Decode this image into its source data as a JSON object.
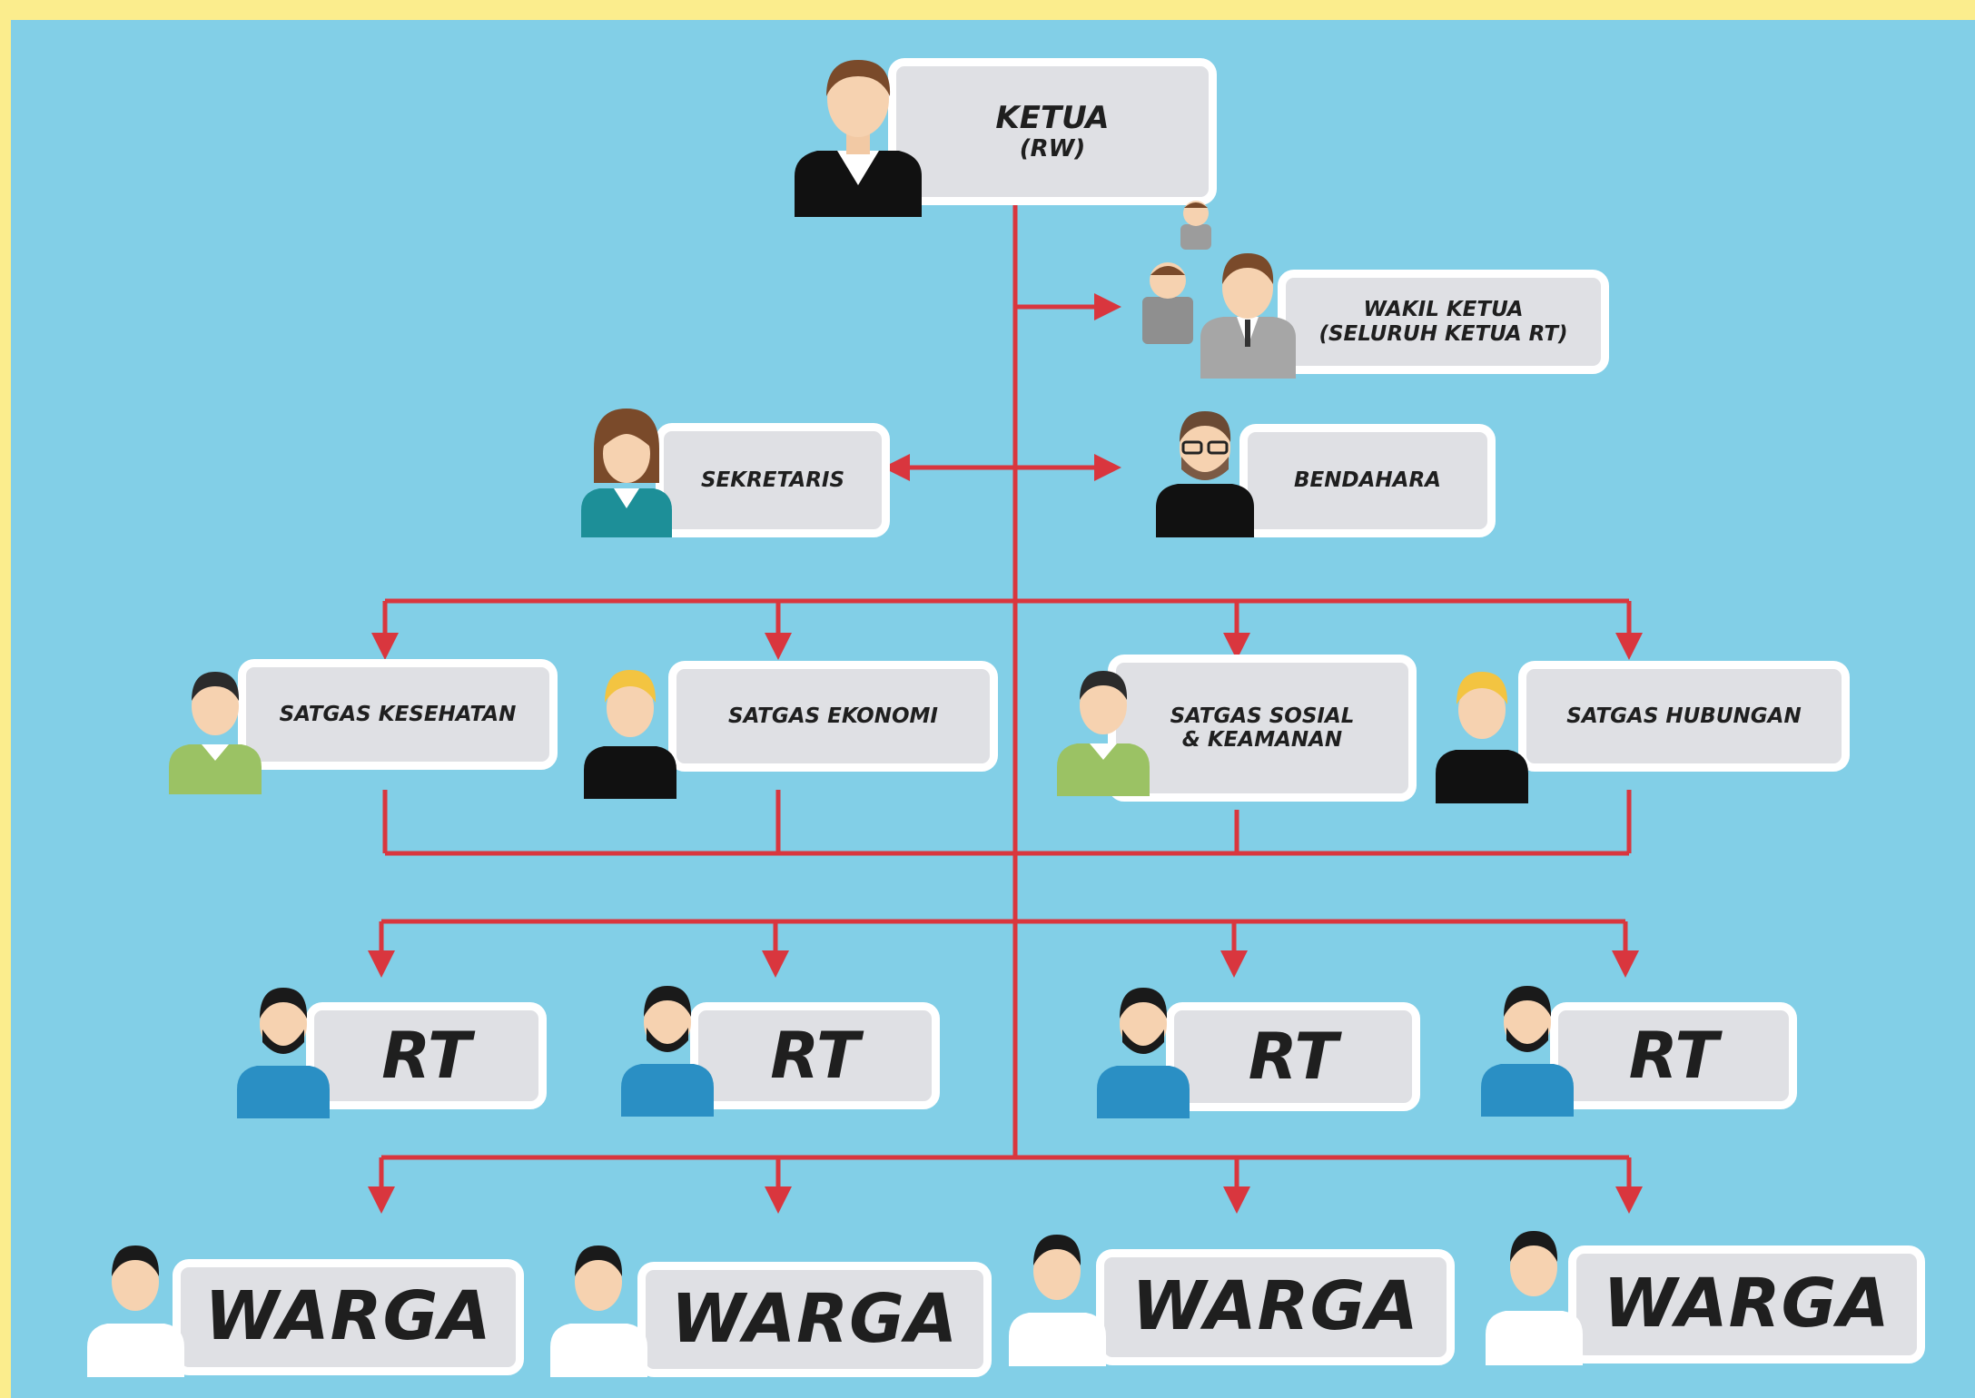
{
  "colors": {
    "background": "#82cfe7",
    "frame": "#fbed8d",
    "connector": "#d9363e",
    "card": "#dfe0e4",
    "card_border": "#ffffff"
  },
  "nodes": {
    "ketua": {
      "title": "KETUA",
      "subtitle": "(RW)",
      "icon": "man-brown-hair-black-suit"
    },
    "wakil": {
      "title": "WAKIL KETUA",
      "subtitle": "(SELURUH KETUA RT)",
      "icon": "group-of-men-grey-suits"
    },
    "sekretaris": {
      "title": "SEKRETARIS",
      "icon": "woman-teal-shirt"
    },
    "bendahara": {
      "title": "BENDAHARA",
      "icon": "man-glasses-black-shirt"
    },
    "satgas": [
      {
        "title": "SATGAS KESEHATAN",
        "icon": "man-green-shirt"
      },
      {
        "title": "SATGAS EKONOMI",
        "icon": "man-blonde-black-shirt"
      },
      {
        "title": "SATGAS SOSIAL",
        "subtitle": "& KEAMANAN",
        "icon": "man-green-shirt"
      },
      {
        "title": "SATGAS HUBUNGAN",
        "icon": "man-blonde-black-shirt"
      }
    ],
    "rt": [
      {
        "title": "RT",
        "icon": "bearded-man-blue-shirt"
      },
      {
        "title": "RT",
        "icon": "bearded-man-blue-shirt"
      },
      {
        "title": "RT",
        "icon": "bearded-man-blue-shirt"
      },
      {
        "title": "RT",
        "icon": "bearded-man-blue-shirt"
      }
    ],
    "warga": [
      {
        "title": "WARGA",
        "icon": "man-white-shirt"
      },
      {
        "title": "WARGA",
        "icon": "man-white-shirt"
      },
      {
        "title": "WARGA",
        "icon": "man-white-shirt"
      },
      {
        "title": "WARGA",
        "icon": "man-white-shirt"
      }
    ]
  }
}
